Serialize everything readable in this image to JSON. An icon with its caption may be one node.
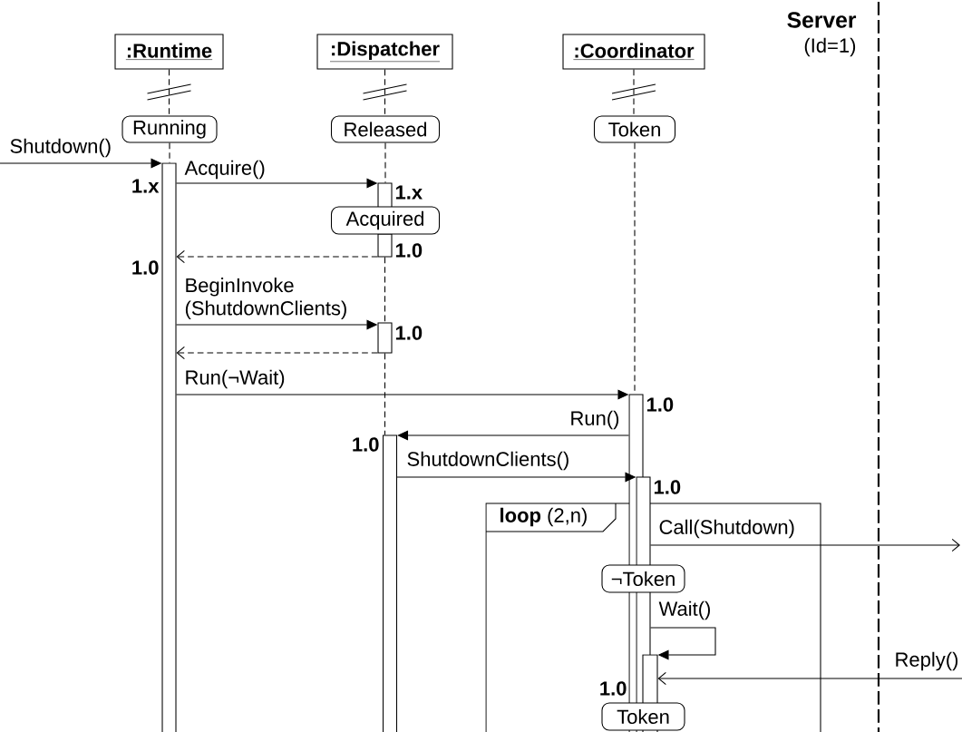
{
  "diagram": {
    "nodes": [
      {
        "text": [
          ":Runtime"
        ]
      },
      {
        "text": [
          ":Dispatcher"
        ]
      },
      {
        "text": [
          ":Coordinator"
        ]
      },
      {
        "text": [
          "Running"
        ]
      },
      {
        "text": [
          "Released"
        ]
      },
      {
        "text": [
          "Token"
        ]
      },
      {
        "text": [],
        "shape": "bar",
        "beside": [
          "1.x",
          "1.0"
        ]
      },
      {
        "text": [],
        "shape": "bar",
        "beside": [
          "1.x"
        ]
      },
      {
        "text": [
          "Acquired"
        ]
      },
      {
        "text": [],
        "shape": "bar",
        "beside": [
          "1.0"
        ]
      },
      {
        "text": [],
        "shape": "bar",
        "beside": [
          "1.0"
        ]
      },
      {
        "text": [],
        "shape": "bar",
        "beside": [
          "1.0"
        ]
      },
      {
        "text": [],
        "shape": "bar",
        "beside": [
          "1.0"
        ]
      },
      {
        "text": [],
        "shape": "bar",
        "beside": [
          "1.0"
        ]
      },
      {
        "text": [
          "**loop** (2,n)"
        ]
      },
      {
        "text": [
          "¬Token"
        ],
        "in": 14
      },
      {
        "text": [],
        "shape": "bar",
        "in": 14
      },
      {
        "text": [
          "Token"
        ],
        "in": 14
      }
    ],
    "edges": [
      {
        "from": null,
        "to": 6,
        "arrow": "to",
        "label": "Shutdown()"
      },
      {
        "from": 6,
        "to": 7,
        "arrow": "to",
        "label": "Acquire()"
      },
      {
        "from": 9,
        "to": 6,
        "arrow": "to",
        "style": "dashed"
      },
      {
        "from": 6,
        "to": 10,
        "arrow": "to",
        "label": "BeginInvoke (ShutdownClients)"
      },
      {
        "from": 10,
        "to": 6,
        "arrow": "to",
        "style": "dashed"
      },
      {
        "from": 6,
        "to": 11,
        "arrow": "to",
        "label": "Run(¬Wait)"
      },
      {
        "from": 11,
        "to": 12,
        "arrow": "to",
        "label": "Run()"
      },
      {
        "from": 12,
        "to": 13,
        "arrow": "to",
        "label": "ShutdownClients()"
      },
      {
        "from": 13,
        "to": null,
        "arrow": "to",
        "label": "Call(Shutdown)"
      },
      {
        "from": 13,
        "to": 16,
        "arrow": "to",
        "label": "Wait()"
      },
      {
        "from": null,
        "to": 16,
        "arrow": "to",
        "label": "Reply()"
      },
      {
        "from": 0,
        "to": 3,
        "arrow": "none",
        "style": "dashed"
      },
      {
        "from": 3,
        "to": 6,
        "arrow": "none",
        "style": "dashed"
      },
      {
        "from": 1,
        "to": 4,
        "arrow": "none",
        "style": "dashed"
      },
      {
        "from": 4,
        "to": 7,
        "arrow": "none",
        "style": "dashed"
      },
      {
        "from": 9,
        "to": 10,
        "arrow": "none",
        "style": "dashed"
      },
      {
        "from": 10,
        "to": 12,
        "arrow": "none",
        "style": "dashed"
      },
      {
        "from": 2,
        "to": 5,
        "arrow": "none",
        "style": "dashed"
      },
      {
        "from": 5,
        "to": 11,
        "arrow": "none",
        "style": "dashed"
      }
    ],
    "labels": [
      "Server",
      "(Id=1)",
      "1.0"
    ]
  }
}
